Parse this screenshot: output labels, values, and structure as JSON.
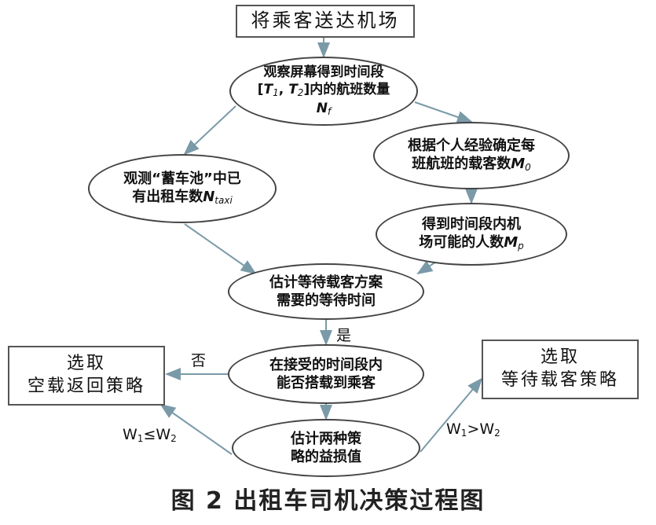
{
  "nodes": {
    "start": "将乘客送达机场",
    "observe_screen_l1": "观察屏幕得到时间段",
    "observe_screen_l2_open": "[",
    "observe_screen_t": "T",
    "observe_screen_t1_sub": "1",
    "observe_screen_comma": ", ",
    "observe_screen_t2_sub": "2",
    "observe_screen_l2_close": "]内的航班数量",
    "observe_screen_n": "N",
    "observe_screen_n_sub": "f",
    "taxi_pool_l1": "观测“蓄车池”中已",
    "taxi_pool_l2": "有出租车数",
    "taxi_pool_n": "N",
    "taxi_pool_n_sub": "taxi",
    "experience_l1": "根据个人经验确定每",
    "experience_l2": "班航班的载客数",
    "experience_m": "M",
    "experience_m_sub": "0",
    "possible_l1": "得到时间段内机",
    "possible_l2": "场可能的人数",
    "possible_m": "M",
    "possible_m_sub": "p",
    "estimate_wait_l1": "估计等待载客方案",
    "estimate_wait_l2": "需要的等待时间",
    "decision_l1": "在接受的时间段内",
    "decision_l2": "能否搭载到乘客",
    "estimate_gain_l1": "估计两种策",
    "estimate_gain_l2": "略的益损值",
    "return_empty_l1": "选取",
    "return_empty_l2": "空载返回策略",
    "wait_load_l1": "选取",
    "wait_load_l2": "等待载客策略"
  },
  "edges": {
    "yes": "是",
    "no": "否",
    "w_le_w": "W",
    "w_le_sub1": "1",
    "w_le_op": "≤W",
    "w_le_sub2": "2",
    "w_gt_w": "W",
    "w_gt_sub1": "1",
    "w_gt_op": ">W",
    "w_gt_sub2": "2"
  },
  "caption": "图 2  出租车司机决策过程图",
  "colors": {
    "line": "#7a9aa8",
    "box_border": "#555555",
    "text": "#111111"
  }
}
